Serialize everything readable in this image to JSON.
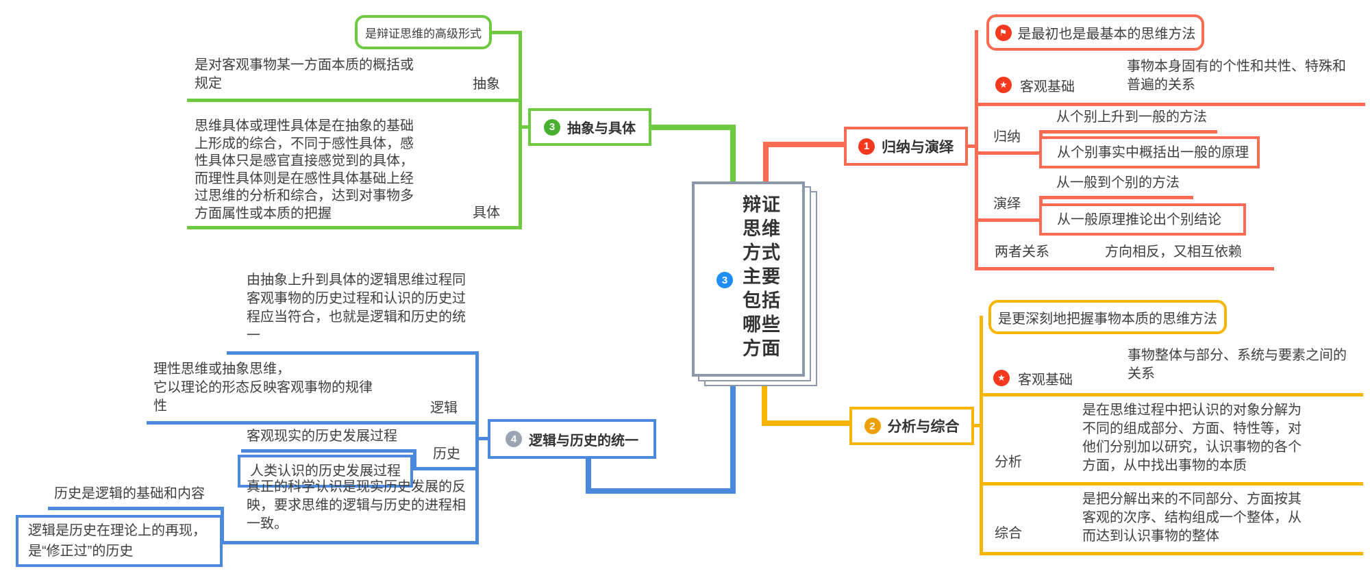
{
  "center": {
    "badge": "3",
    "text": "辩证\n思维\n方式\n主要\n包括\n哪些\n方面"
  },
  "branch1": {
    "badge": "1",
    "title": "归纳与演绎",
    "callout": "是最初也是最基本的思维方法",
    "basis": {
      "label": "客观基础",
      "desc": "事物本身固有的个性和共性、特殊和\n普遍的关系"
    },
    "induction": {
      "label": "归纳",
      "line1": "从个别上升到一般的方法",
      "box": "从个别事实中概括出一般的原理"
    },
    "deduction": {
      "label": "演绎",
      "line1": "从一般到个别的方法",
      "box": "从一般原理推论出个别结论"
    },
    "relation": {
      "label": "两者关系",
      "desc": "方向相反，又相互依赖"
    }
  },
  "branch2": {
    "badge": "2",
    "title": "分析与综合",
    "callout": "是更深刻地把握事物本质的思维方法",
    "basis": {
      "label": "客观基础",
      "desc": "事物整体与部分、系统与要素之间的\n关系"
    },
    "analysis": {
      "label": "分析",
      "desc": "是在思维过程中把认识的对象分解为\n不同的组成部分、方面、特性等，对\n他们分别加以研究，认识事物的各个\n方面，从中找出事物的本质"
    },
    "synthesis": {
      "label": "综合",
      "desc": "是把分解出来的不同部分、方面按其\n客观的次序、结构组成一个整体，从\n而达到认识事物的整体"
    }
  },
  "branch3": {
    "badge": "3",
    "title": "抽象与具体",
    "callout": "是辩证思维的高级形式",
    "abstract": {
      "label": "抽象",
      "desc": "是对客观事物某一方面本质的概括或\n规定"
    },
    "concrete": {
      "label": "具体",
      "desc": "思维具体或理性具体是在抽象的基础\n上形成的综合，不同于感性具体，感\n性具体只是感官直接感觉到的具体，\n而理性具体则是在感性具体基础上经\n过思维的分析和综合，达到对事物多\n方面属性或本质的把握"
    }
  },
  "branch4": {
    "badge": "4",
    "title": "逻辑与历史的统一",
    "summary": "由抽象上升到具体的逻辑思维过程同\n客观事物的历史过程和认识的历史过\n程应当符合，也就是逻辑和历史的统\n一",
    "logic": {
      "label": "逻辑",
      "desc": "理性思维或抽象思维，\n它以理论的形态反映客观事物的规律\n性"
    },
    "history": {
      "label": "历史",
      "line1": "客观现实的历史发展过程",
      "box": "人类认识的历史发展过程"
    },
    "science": {
      "desc": "真正的科学认识是现实历史发展的反\n映，要求思维的逻辑与历史的进程相\n一致。",
      "sub1": "历史是逻辑的基础和内容",
      "sub2": "逻辑是历史在理论上的再现，\n是“修正过”的历史"
    }
  },
  "icons": {
    "flag": "⚑",
    "star": "★"
  },
  "colors": {
    "red": "#fa6c51",
    "green": "#6dc940",
    "yellow": "#f5b501",
    "blue": "#4a89dc",
    "gray": "#8c98a9",
    "badge_red": "#f4391f",
    "badge_yellow": "#efa007",
    "badge_green": "#47b02e",
    "badge_gray": "#9aa4b2",
    "badge_blue": "#1f8ef7",
    "text": "#3f3f3f"
  }
}
